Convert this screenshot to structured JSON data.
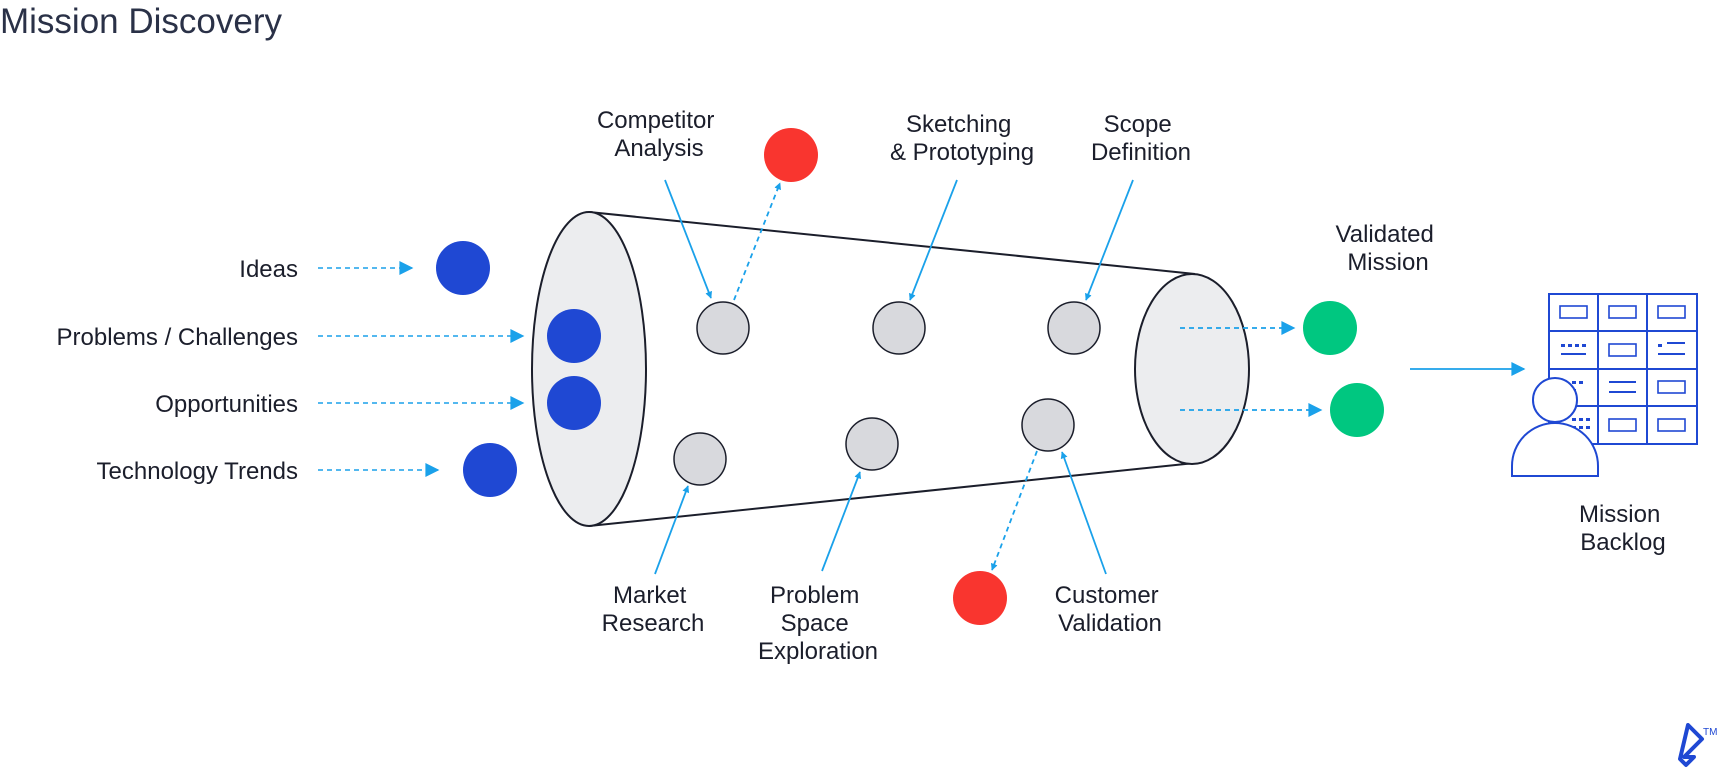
{
  "title": "Mission Discovery",
  "colors": {
    "input_blue": "#1f48d3",
    "rejected_red": "#f9352f",
    "validated_green": "#00c780",
    "stage_gray": "#d8d9dd",
    "arrow_cyan": "#1aa1ea",
    "funnel_fill": "#ecedef",
    "outline": "#1b1e2b",
    "backlog_blue": "#1f48d3"
  },
  "inputs": [
    {
      "label": "Ideas"
    },
    {
      "label": "Problems / Challenges"
    },
    {
      "label": "Opportunities"
    },
    {
      "label": "Technology Trends"
    }
  ],
  "stages_top": [
    {
      "label_lines": [
        "Competitor",
        "Analysis"
      ]
    },
    {
      "label_lines": [
        "Sketching",
        "& Prototyping"
      ]
    },
    {
      "label_lines": [
        "Scope",
        "Definition"
      ]
    }
  ],
  "stages_bottom": [
    {
      "label_lines": [
        "Market",
        "Research"
      ]
    },
    {
      "label_lines": [
        "Problem",
        "Space",
        "Exploration"
      ]
    },
    {
      "label_lines": [
        "Customer",
        "Validation"
      ]
    }
  ],
  "output": {
    "label_lines": [
      "Validated",
      "Mission"
    ]
  },
  "backlog": {
    "label_lines": [
      "Mission",
      "Backlog"
    ],
    "icon": "backlog-board-with-person-icon"
  },
  "logo": {
    "icon": "toptal-logo-icon",
    "mark": "TM"
  }
}
